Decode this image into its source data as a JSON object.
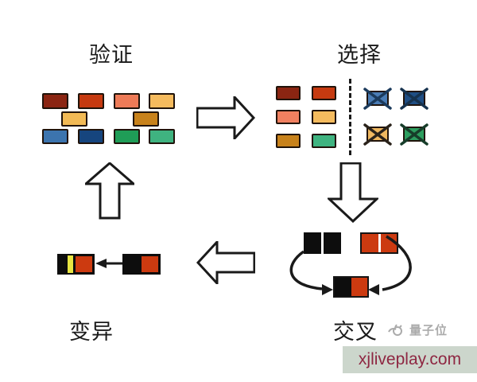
{
  "background": "#ffffff",
  "ink": "#1a1a1a",
  "steps": {
    "validation": {
      "label": "验证"
    },
    "selection": {
      "label": "选择"
    },
    "crossover": {
      "label": "交叉"
    },
    "mutation": {
      "label": "变异"
    }
  },
  "validation_population": {
    "row1": [
      "#8B2512",
      "#C63A10",
      "#EE7B57",
      "#F5BB5E"
    ],
    "row2": [
      "#F2BA55",
      "#C8821B"
    ],
    "row3": [
      "#3C74AE",
      "#16457E",
      "#1F9D57",
      "#3FB380"
    ]
  },
  "selection": {
    "kept": {
      "row1": [
        "#8B2512",
        "#C63A10"
      ],
      "row2": [
        "#F08060",
        "#F5BB5E"
      ],
      "row3": [
        "#C8821B",
        "#3FB380"
      ]
    },
    "discarded": [
      {
        "fill": "#4A7CB5",
        "cross": "#1B3A5C"
      },
      {
        "fill": "#1F4E84",
        "cross": "#16324E"
      },
      {
        "fill": "#F0B860",
        "cross": "#2A221A"
      },
      {
        "fill": "#2D9E5F",
        "cross": "#173D2A"
      }
    ]
  },
  "crossover": {
    "parent_black": "#0d0d0d",
    "parent_orange": "#CC3A10",
    "child_left": "#0d0d0d",
    "child_right": "#CC3A10"
  },
  "mutation": {
    "block_black": "#0d0d0d",
    "gene_yellow": "#E8E542",
    "gene_orange": "#CC3A10"
  },
  "watermark": {
    "brand": "量子位",
    "brand_color": "#ABABAB"
  },
  "footer": {
    "site": "xjliveplay.com",
    "bar_color": "#CCD6CC",
    "text_color": "#8E2742"
  }
}
